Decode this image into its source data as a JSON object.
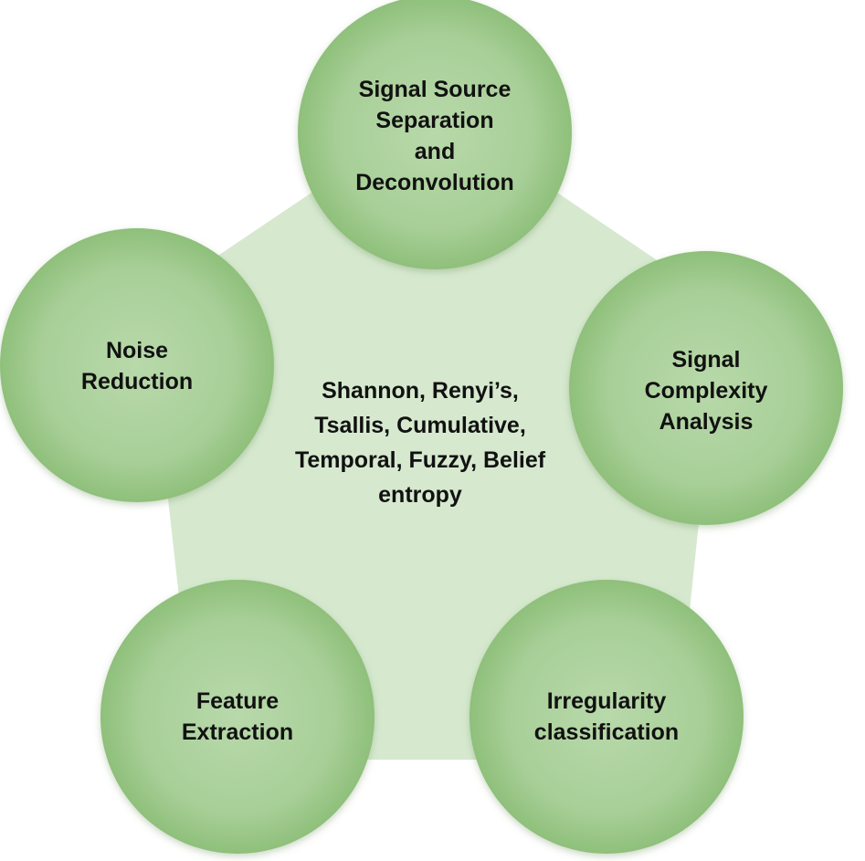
{
  "center": {
    "lines": [
      "Shannon, Renyi’s,",
      "Tsallis, Cumulative,",
      "Temporal, Fuzzy, Belief",
      "entropy"
    ]
  },
  "nodes": [
    {
      "id": "signal-source-separation",
      "lines": [
        "Signal Source",
        "Separation",
        "and",
        "Deconvolution"
      ]
    },
    {
      "id": "signal-complexity-analysis",
      "lines": [
        "Signal",
        "Complexity",
        "Analysis"
      ]
    },
    {
      "id": "irregularity-classification",
      "lines": [
        "Irregularity",
        "classification"
      ]
    },
    {
      "id": "feature-extraction",
      "lines": [
        "Feature",
        "Extraction"
      ]
    },
    {
      "id": "noise-reduction",
      "lines": [
        "Noise",
        "Reduction"
      ]
    }
  ],
  "colors": {
    "pentagon_fill": "#d6e9cf",
    "circle_center": "#b4d6a6",
    "circle_edge": "#8fc07b",
    "text": "#111111"
  }
}
